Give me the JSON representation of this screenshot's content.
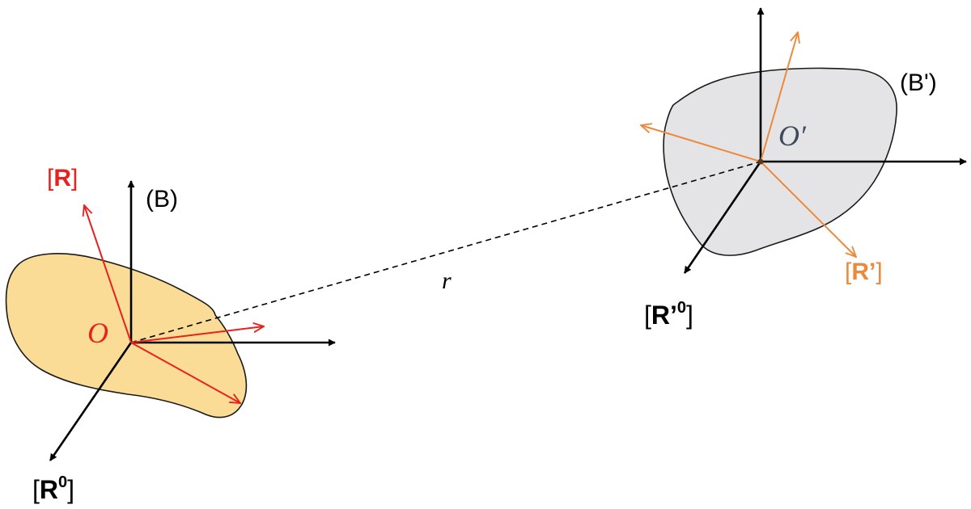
{
  "colors": {
    "body_b_fill": "#fbdc97",
    "body_bp_fill": "#e4e4e6",
    "outline": "#1a1a1a",
    "axes": "#000000",
    "frame_r": "#e8211c",
    "frame_rp": "#ec8a3c",
    "origin_op_text": "#3d4a5c"
  },
  "labels": {
    "body_b": "(B)",
    "body_bp": "(B')",
    "origin_o": "O",
    "origin_op": "O′",
    "distance": "r",
    "frame_r": {
      "open": "[",
      "main": "R",
      "close": "]"
    },
    "frame_rp": {
      "open": "[",
      "main": "R’",
      "close": "]"
    },
    "frame_r0": {
      "open": "[",
      "main": "R",
      "sup": "0",
      "close": "]"
    },
    "frame_rp0": {
      "open": "[",
      "main": "R’",
      "sup": "0",
      "close": "]"
    }
  }
}
